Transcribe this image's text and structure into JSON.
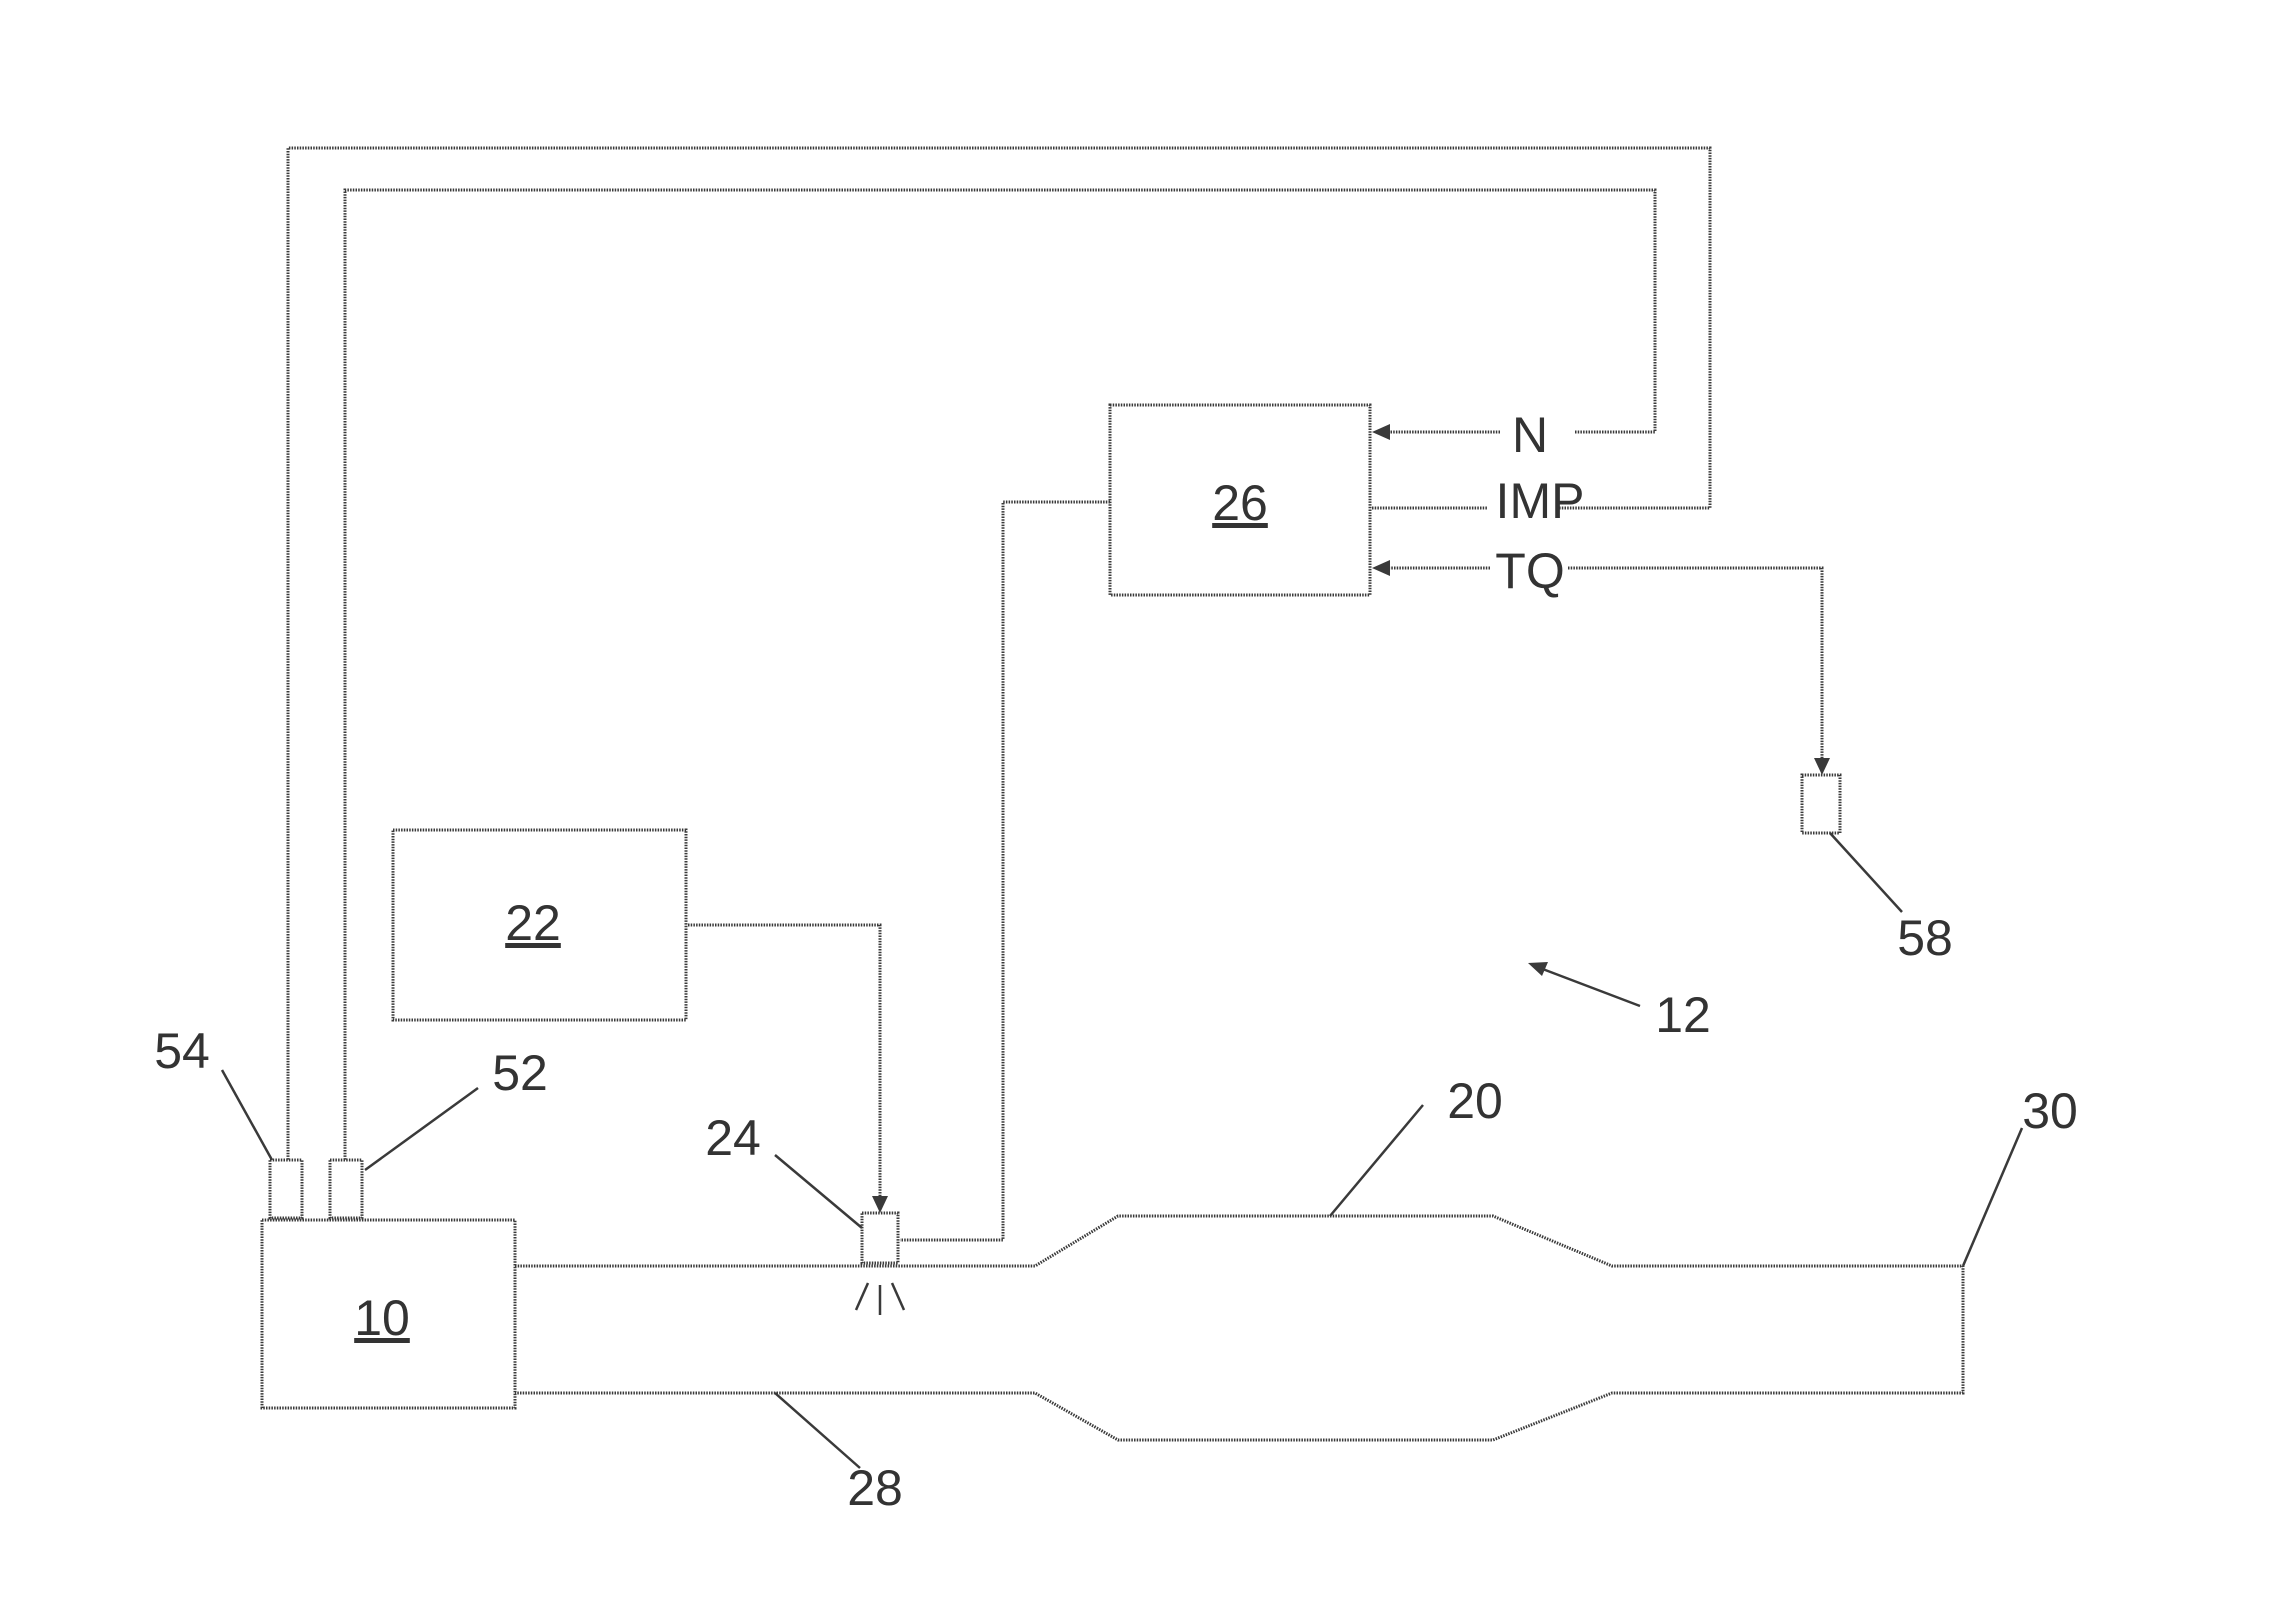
{
  "components": {
    "engine": "10",
    "exhaust_system": "12",
    "catalyst": "20",
    "reductant_tank": "22",
    "injector": "24",
    "controller": "26",
    "exhaust_pipe": "28",
    "tailpipe": "30",
    "sensor_52": "52",
    "sensor_54": "54",
    "sensor_58": "58"
  },
  "signals": {
    "speed": "N",
    "impulse": "IMP",
    "torque": "TQ"
  }
}
